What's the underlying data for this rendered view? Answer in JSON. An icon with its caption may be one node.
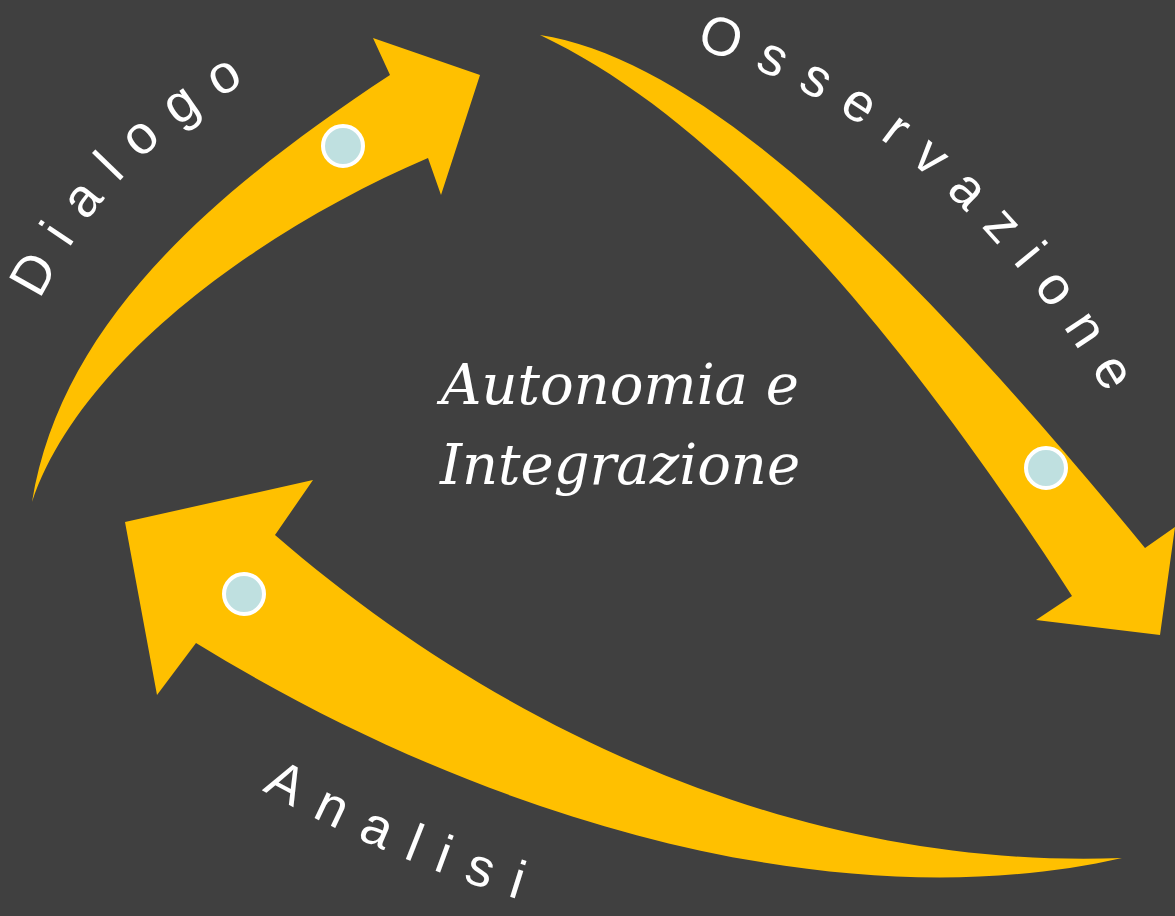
{
  "diagram": {
    "nodes": [
      {
        "text": [
          "Autonomia e Integrazione"
        ]
      }
    ],
    "labels": [
      "Dialogo",
      "Osservazione",
      "Analisi"
    ]
  }
}
